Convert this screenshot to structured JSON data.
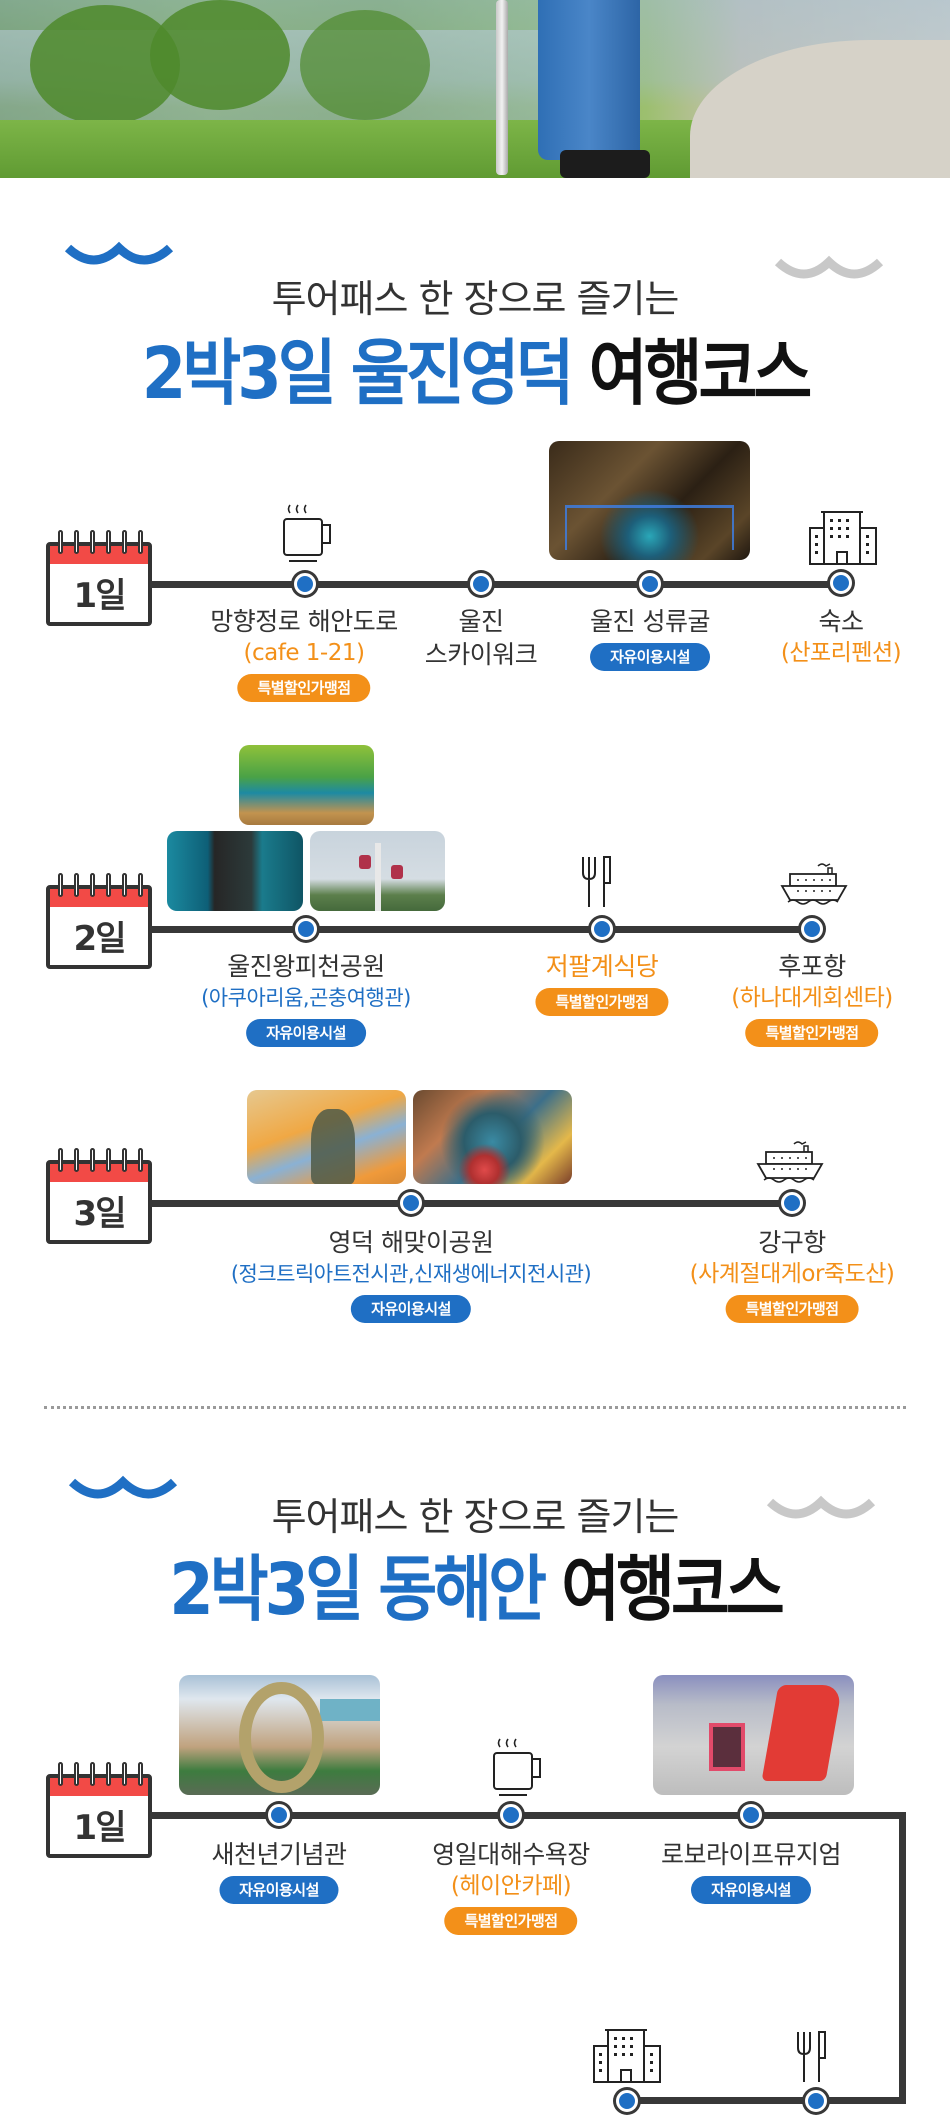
{
  "colors": {
    "brand_blue": "#1f6fc4",
    "accent_orange": "#f39019",
    "calendar_red": "#f24a46",
    "line_dark": "#383838",
    "wave_gray": "#c8c8c8"
  },
  "sections": [
    {
      "subtitle": "투어패스 한 장으로 즐기는",
      "title_blue": "2박3일 울진영덕",
      "title_black": "여행코스",
      "days": [
        {
          "label": "1일",
          "stops": [
            {
              "icon": "coffee-cup-icon",
              "name": "망향정로 해안도로",
              "sub": "(cafe 1-21)",
              "sub_color": "orange",
              "badge": "특별할인가맹점",
              "badge_color": "orange"
            },
            {
              "name": "울진",
              "name2": "스카이워크"
            },
            {
              "photo": "cave-photo",
              "name": "울진 성류굴",
              "badge": "자유이용시설",
              "badge_color": "blue"
            },
            {
              "icon": "building-icon",
              "name": "숙소",
              "sub": "(산포리펜션)",
              "sub_color": "orange"
            }
          ]
        },
        {
          "label": "2일",
          "stops": [
            {
              "photos": [
                "insect-hall-photo",
                "aquarium-photo",
                "cable-car-photo"
              ],
              "name": "울진왕피천공원",
              "sub": "(아쿠아리움,곤충여행관)",
              "sub_color": "blue",
              "badge": "자유이용시설",
              "badge_color": "blue"
            },
            {
              "icon": "fork-knife-icon",
              "name": "저팔계식당",
              "name_color": "orange",
              "badge": "특별할인가맹점",
              "badge_color": "orange"
            },
            {
              "icon": "ship-icon",
              "name": "후포항",
              "sub": "(하나대게회센타)",
              "sub_color": "orange",
              "badge": "특별할인가맹점",
              "badge_color": "orange"
            }
          ]
        },
        {
          "label": "3일",
          "stops": [
            {
              "photos": [
                "trick-art-photo",
                "energy-hall-photo"
              ],
              "name": "영덕 해맞이공원",
              "sub": "(정크트릭아트전시관,신재생에너지전시관)",
              "sub_color": "blue",
              "badge": "자유이용시설",
              "badge_color": "blue"
            },
            {
              "icon": "ship-icon",
              "name": "강구항",
              "sub": "(사계절대게or죽도산)",
              "sub_color": "orange",
              "badge": "특별할인가맹점",
              "badge_color": "orange"
            }
          ]
        }
      ]
    },
    {
      "subtitle": "투어패스 한 장으로 즐기는",
      "title_blue": "2박3일 동해안",
      "title_black": "여행코스",
      "days": [
        {
          "label": "1일",
          "stops": [
            {
              "photo": "millennium-hall-photo",
              "name": "새천년기념관",
              "badge": "자유이용시설",
              "badge_color": "blue"
            },
            {
              "icon": "coffee-cup-icon",
              "name": "영일대해수욕장",
              "sub": "(헤이안카페)",
              "sub_color": "orange",
              "badge": "특별할인가맹점",
              "badge_color": "orange"
            },
            {
              "photo": "robot-museum-photo",
              "name": "로보라이프뮤지엄",
              "badge": "자유이용시설",
              "badge_color": "blue"
            },
            {
              "icon": "fork-knife-icon"
            },
            {
              "icon": "building-icon"
            }
          ]
        }
      ]
    }
  ]
}
